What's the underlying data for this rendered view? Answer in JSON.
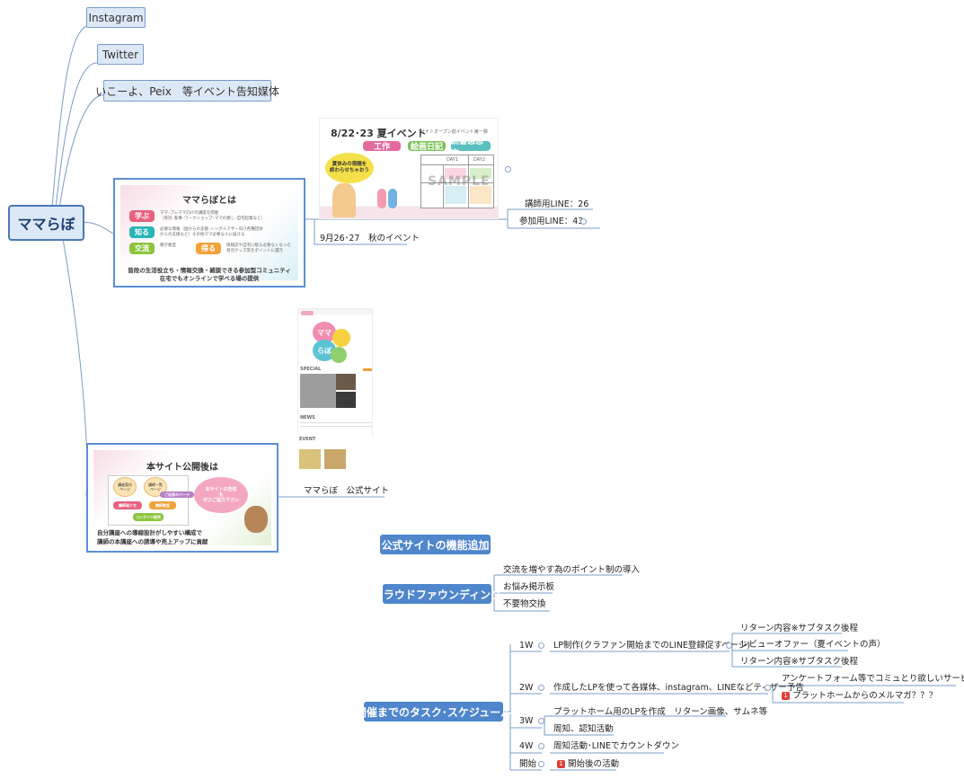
{
  "root": "ママらぼ",
  "media": {
    "instagram": "Instagram",
    "twitter": "Twitter",
    "event_media": "いこーよ、Peix　等イベント告知媒体"
  },
  "event_image": {
    "title": "8/22･23 夏イベント",
    "subtitle": "サイトオープン前イベント第一弾",
    "tags": [
      "工作",
      "絵画日記",
      "読書感想文"
    ],
    "bubble": "夏休みの宿題を\n終わらせちゃおう",
    "table_headers": [
      "DAY1",
      "DAY2"
    ],
    "watermark": "SAMPLE"
  },
  "event_labels": {
    "teacher_line": "講師用LINE：26",
    "participant_line": "参加用LINE：43",
    "autumn": "9月26･27　秋のイベント"
  },
  "about_image": {
    "title": "ママらぼとは",
    "rows": [
      {
        "tag": "学ぶ",
        "color": "#e8607e",
        "text": "ママ･プレママ向けの講座を開催\n（育児･家事･ワークショップ･ママの癒し･自宅起業など）"
      },
      {
        "tag": "知る",
        "color": "#2ab5b5",
        "text": "必要な情報（国からの支援･シングルマザー向け各種団体\nからの支援など）その他ママ必要な人に届ける"
      },
      {
        "tag": "交流",
        "color": "#8cc43c",
        "text": "親子教室"
      },
      {
        "tag": "得る",
        "color": "#f1a23a",
        "text": "情報誌や自宅に眠る必要なくなった\n育児グッズ等をポイントに還元"
      }
    ],
    "footer1": "普段の生活役立ち・情報交換・雑談できる参加型コミュニティ",
    "footer2": "在宅でもオンラインで学べる場の提供"
  },
  "site_image": {
    "logo_top": "ママ",
    "logo_bottom": "らぼ",
    "sections": [
      "SPECIAL",
      "NEWS",
      "EVENT"
    ]
  },
  "site_label": "ママらぼ　公式サイト",
  "after_image": {
    "title": "本サイト公開後は",
    "nodes": [
      "講座案内\nページ",
      "講師一覧\nページ",
      "講師紹介文",
      "講師教室",
      "コンテンツ販売"
    ],
    "tag": "ご自身のページ",
    "bubble": "本サイトの告知\nも\nぜひご協力下さい",
    "footer1": "自分講座への導線設計がしやすい構成で",
    "footer2": "講師の本講座への誘導や売上アップに貢献"
  },
  "feature": "公式サイトの機能追加",
  "crowdfunding": {
    "label": "クラウドファウンディング",
    "items": [
      "交流を増やす為のポイント制の導入",
      "お悩み掲示板",
      "不要物交換"
    ]
  },
  "schedule": {
    "label": "開催までのタスク･スケジュール",
    "w1": {
      "label": "1W",
      "task": "LP制作(クラファン開始までのLINE登録促すページ)",
      "subs": [
        "リターン内容※サブタスク後程",
        "レビューオファー（夏イベントの声）",
        "リターン内容※サブタスク後程"
      ]
    },
    "w2": {
      "label": "2W",
      "task": "作成したLPを使って各媒体、instagram、LINEなどティザー予告",
      "subs": [
        "アンケートフォーム等でコミュとり欲しいサービス等聞く",
        "プラットホームからのメルマガ？？？"
      ]
    },
    "w3": {
      "label": "3W",
      "tasks": [
        "プラットホーム用のLPを作成　リターン画像、サムネ等",
        "周知、認知活動"
      ]
    },
    "w4": {
      "label": "4W",
      "task": "周知活動･LINEでカウントダウン"
    },
    "start": {
      "label": "開始",
      "task": "開始後の活動"
    }
  }
}
